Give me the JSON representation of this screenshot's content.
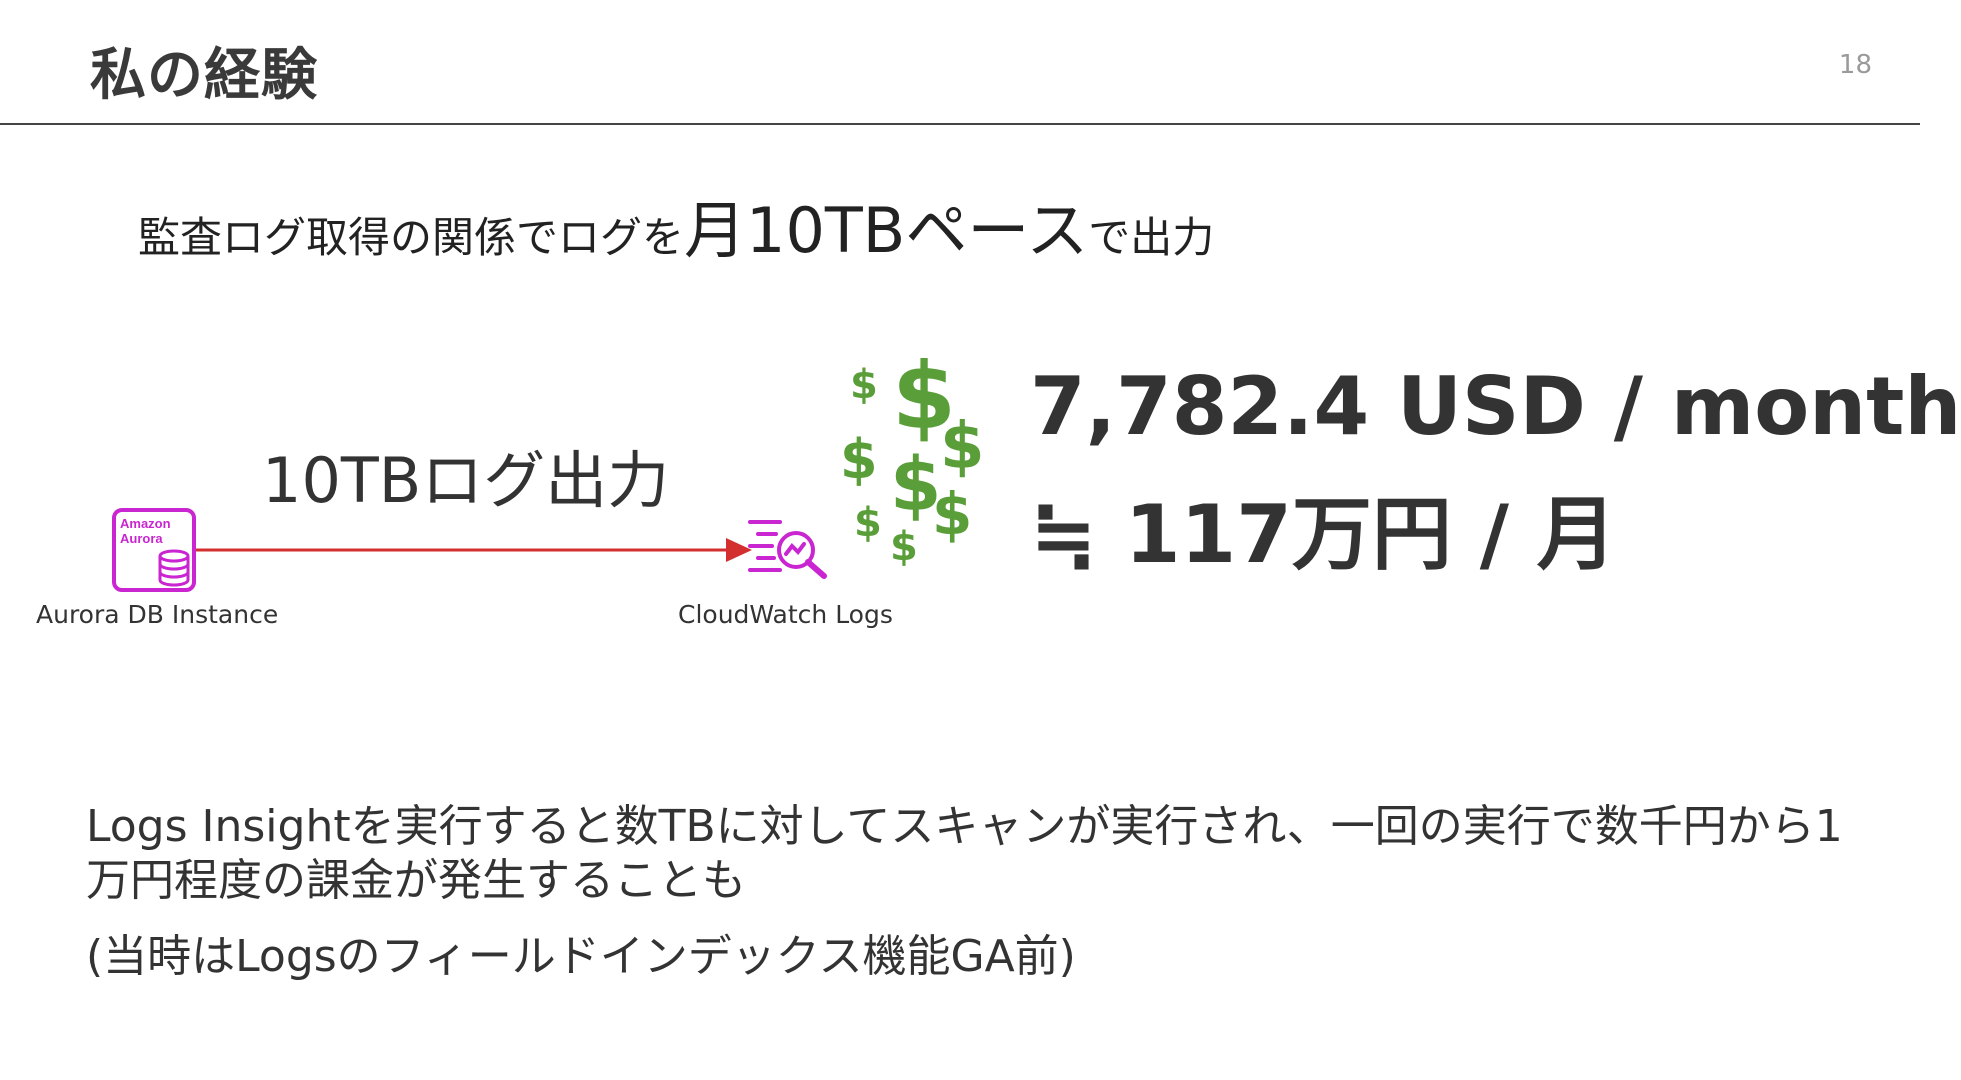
{
  "slide": {
    "title": "私の経験",
    "page_number": "18"
  },
  "headline": {
    "part1": "監査ログ取得の関係でログを",
    "part2": "月10TBペース",
    "part3": "で出力"
  },
  "diagram": {
    "arrow_label": "10TBログ出力",
    "source_label": "Aurora DB Instance",
    "source_icon": "amazon-aurora-icon",
    "source_icon_text_line1": "Amazon",
    "source_icon_text_line2": "Aurora",
    "target_label": "CloudWatch Logs",
    "target_icon": "cloudwatch-logs-icon",
    "accent_color_aurora": "#c925d1",
    "accent_color_arrow": "#d32f2f",
    "dollar_color": "#5a9e3a"
  },
  "cost": {
    "usd": "7,782.4 USD / month",
    "jpy": "≒ 117万円 / 月"
  },
  "body": {
    "line1": "Logs Insightを実行すると数TBに対してスキャンが実行され、一回の実行で数千円から1万円程度の課金が発生することも",
    "line2": "(当時はLogsのフィールドインデックス機能GA前)"
  }
}
